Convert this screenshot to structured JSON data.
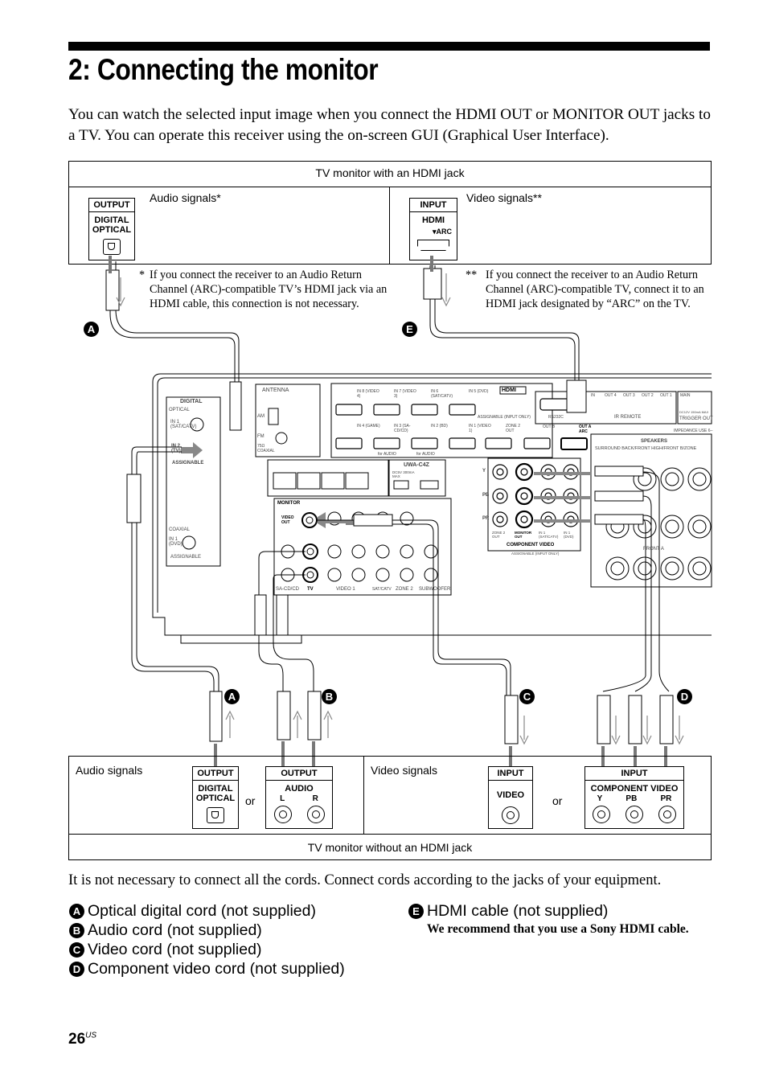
{
  "header": {
    "title": "2: Connecting the monitor"
  },
  "intro_text": "You can watch the selected input image when you connect the HDMI OUT or MONITOR OUT jacks to a TV. You can operate this receiver using the on-screen GUI (Graphical User Interface).",
  "top_box": {
    "title": "TV monitor with an HDMI jack",
    "left_caption": "Audio signals*",
    "right_caption": "Video signals**",
    "optical_panel": {
      "header": "OUTPUT",
      "label_1": "DIGITAL",
      "label_2": "OPTICAL"
    },
    "hdmi_panel": {
      "header": "INPUT",
      "label_1": "HDMI",
      "label_2": "ARC"
    }
  },
  "footnotes": {
    "note1_mark": "*",
    "note1": "If you connect the receiver to an Audio Return Channel (ARC)-compatible TV’s HDMI jack via an HDMI cable, this connection is not necessary.",
    "note2_mark": "**",
    "note2": "If you connect the receiver to an Audio Return Channel (ARC)-compatible TV, connect it to an HDMI jack designated by “ARC” on the TV."
  },
  "receiver": {
    "digital": "DIGITAL",
    "optical": "OPTICAL",
    "in1": "IN 1 (SAT/CATV)",
    "in2": "IN 2 (TV)",
    "assignable": "ASSIGNABLE",
    "coaxial": "COAXIAL",
    "in1_dvd": "IN 1 (DVD)",
    "assignable2": "ASSIGNABLE",
    "antenna": "ANTENNA",
    "am": "AM",
    "fm": "FM",
    "fm_coax": "75Ω COAXIAL",
    "hdmi": "HDMI",
    "hdmi_in_top": [
      "IN 8 (VIDEO 4)",
      "IN 7 (VIDEO 3)",
      "IN 6 (SAT/CATV)",
      "IN 5 (DVD)"
    ],
    "hdmi_in_bottom": [
      "IN 4 (GAME)",
      "IN 3 (SA-CD/CD)",
      "IN 2 (BD)",
      "IN 1 (VIDEO 1)",
      "ZONE 2 OUT"
    ],
    "assignable_input_only": "ASSIGNABLE (INPUT ONLY)",
    "for_audio_1": "for AUDIO",
    "for_audio_2": "for AUDIO",
    "out_b": "OUT B",
    "out_a_arc": "OUT A ARC",
    "rs232c": "RS232C",
    "ir_remote": "IR REMOTE",
    "ir_labels": [
      "IN",
      "OUT 4",
      "OUT 3",
      "OUT 2",
      "OUT 1"
    ],
    "main": "MAIN",
    "trigger_out": "TRIGGER OUT",
    "dc_label": "DC12V 150mA MAX",
    "impedance": "IMPEDANCE USE 6–",
    "speakers": "SPEAKERS",
    "surround_back": "SURROUND BACK/FRONT HIGH/FRONT B/ZONE",
    "front_a": "FRONT A",
    "uwa": "UWA-C4Z",
    "uwa_power": "DC5V 300mA MAX",
    "component_video": "COMPONENT VIDEO",
    "assignable_input_only2": "ASSIGNABLE (INPUT ONLY)",
    "monitor": "MONITOR",
    "video_out": "VIDEO OUT",
    "video1": "VIDEO 1",
    "tv": "TV",
    "sa_cd": "SA-CD/CD",
    "sat_catv": "SAT/CATV",
    "zone2": "ZONE 2",
    "subwoofer": "SUBWOOFER",
    "y": "Y",
    "pb": "PB",
    "pr": "PR",
    "zone2_out": "ZONE 2 OUT",
    "monitor_out": "MONITOR OUT",
    "in1_sat": "IN 1 (SAT/CATV)",
    "in1_dvd2": "IN 1 (DVD)"
  },
  "cord_markers": {
    "a_top": "A",
    "e_top": "E",
    "a_bottom": "A",
    "b": "B",
    "c": "C",
    "d": "D"
  },
  "bottom_box": {
    "left_caption": "Audio signals",
    "right_caption": "Video signals",
    "footer": "TV monitor without an HDMI jack",
    "or_1": "or",
    "or_2": "or",
    "optical_panel": {
      "header": "OUTPUT",
      "label_1": "DIGITAL",
      "label_2": "OPTICAL"
    },
    "audio_panel": {
      "header": "OUTPUT",
      "label_1": "AUDIO",
      "l": "L",
      "r": "R"
    },
    "video_panel": {
      "header": "INPUT",
      "label_1": "VIDEO"
    },
    "component_panel": {
      "header": "INPUT",
      "label_1": "COMPONENT VIDEO",
      "y": "Y",
      "pb": "PB",
      "pr": "PR"
    }
  },
  "note_text": "It is not necessary to connect all the cords. Connect cords according to the jacks of your equipment.",
  "legend": {
    "a_badge": "A",
    "a_text": "Optical digital cord (not supplied)",
    "b_badge": "B",
    "b_text": "Audio cord (not supplied)",
    "c_badge": "C",
    "c_text": "Video cord (not supplied)",
    "d_badge": "D",
    "d_text": "Component video cord (not supplied)",
    "e_badge": "E",
    "e_text": "HDMI cable (not supplied)",
    "e_note": "We recommend that you use a Sony HDMI cable."
  },
  "page": {
    "number": "26",
    "suffix": "US"
  }
}
